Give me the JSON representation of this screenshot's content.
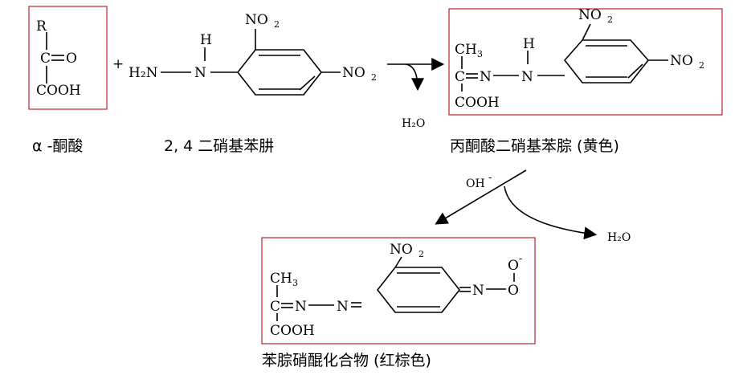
{
  "labels": {
    "keto_acid": "α -酮酸",
    "dnph": "2, 4 二硝基苯肼",
    "hydrazone": "丙酮酸二硝基苯腙 (黄色)",
    "nitro_compound": "苯腙硝醌化合物 (红棕色)"
  },
  "atoms": {
    "R": "R",
    "C": "C",
    "O": "O",
    "COOH": "COOH",
    "H": "H",
    "H2N": "H₂N",
    "N": "N",
    "NO2": "NO",
    "two": "2",
    "CH3": "CH",
    "three": "3",
    "H2O": "H₂O",
    "OH": "OH",
    "minus": "-",
    "plus": "+"
  },
  "accent_color": "#b3262a"
}
